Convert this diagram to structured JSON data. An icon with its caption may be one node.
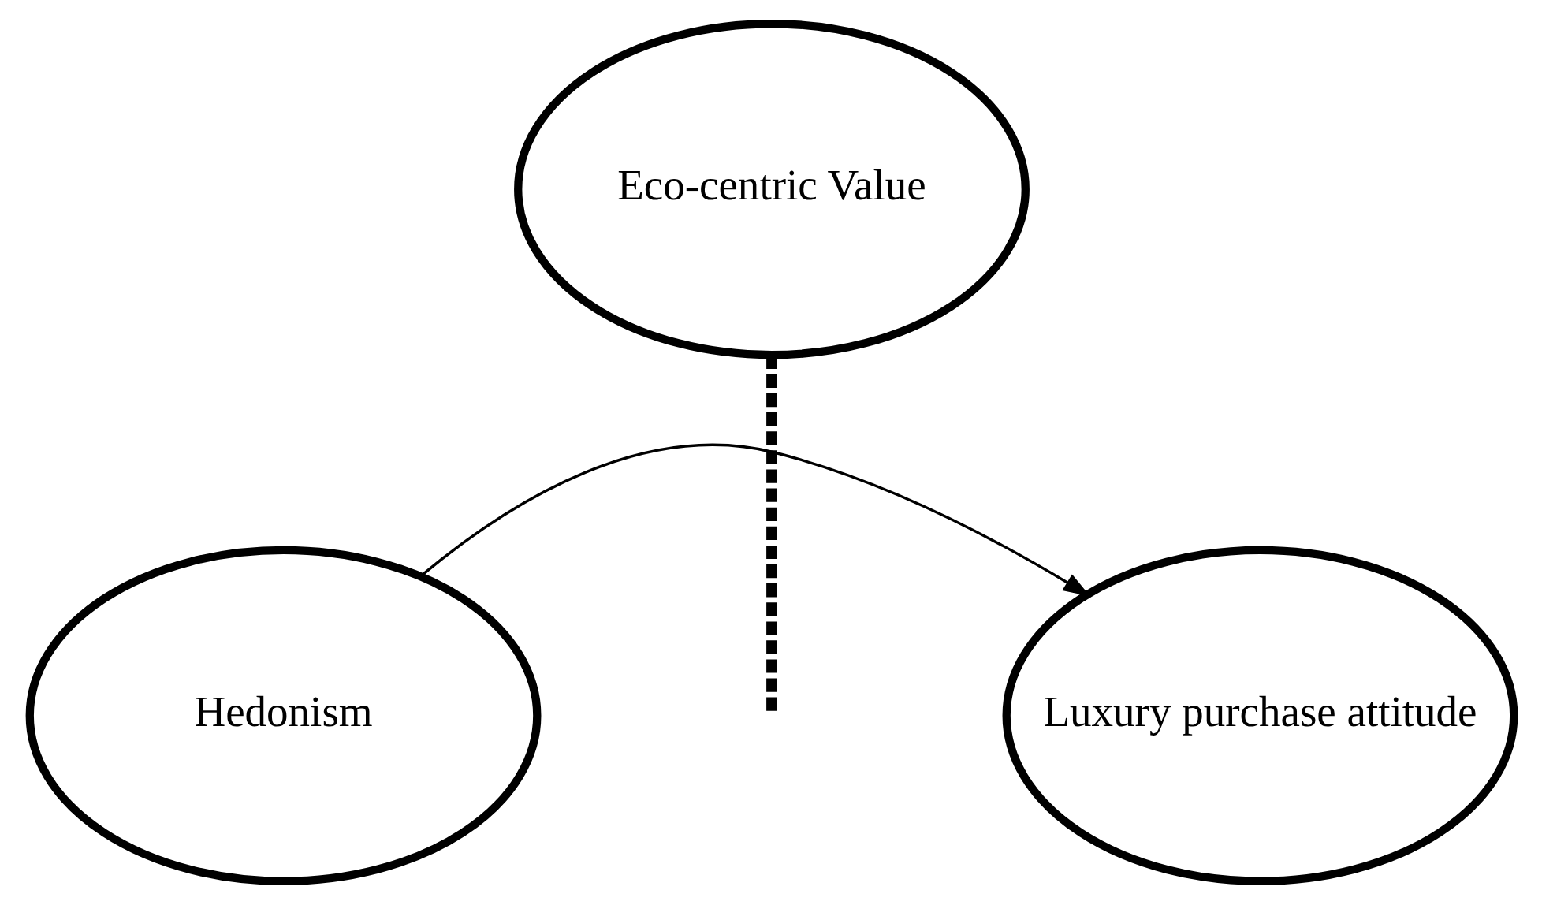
{
  "diagram": {
    "nodes": [
      {
        "text": [
          "Eco-centric Value"
        ]
      },
      {
        "text": [
          "Hedonism"
        ]
      },
      {
        "text": [
          "Luxury purchase attitude"
        ]
      }
    ],
    "edges": [
      {
        "from": 1,
        "to": 2,
        "arrow": "to"
      },
      {
        "from": 0,
        "to": null,
        "arrow": "none",
        "style": "dashed"
      }
    ]
  }
}
